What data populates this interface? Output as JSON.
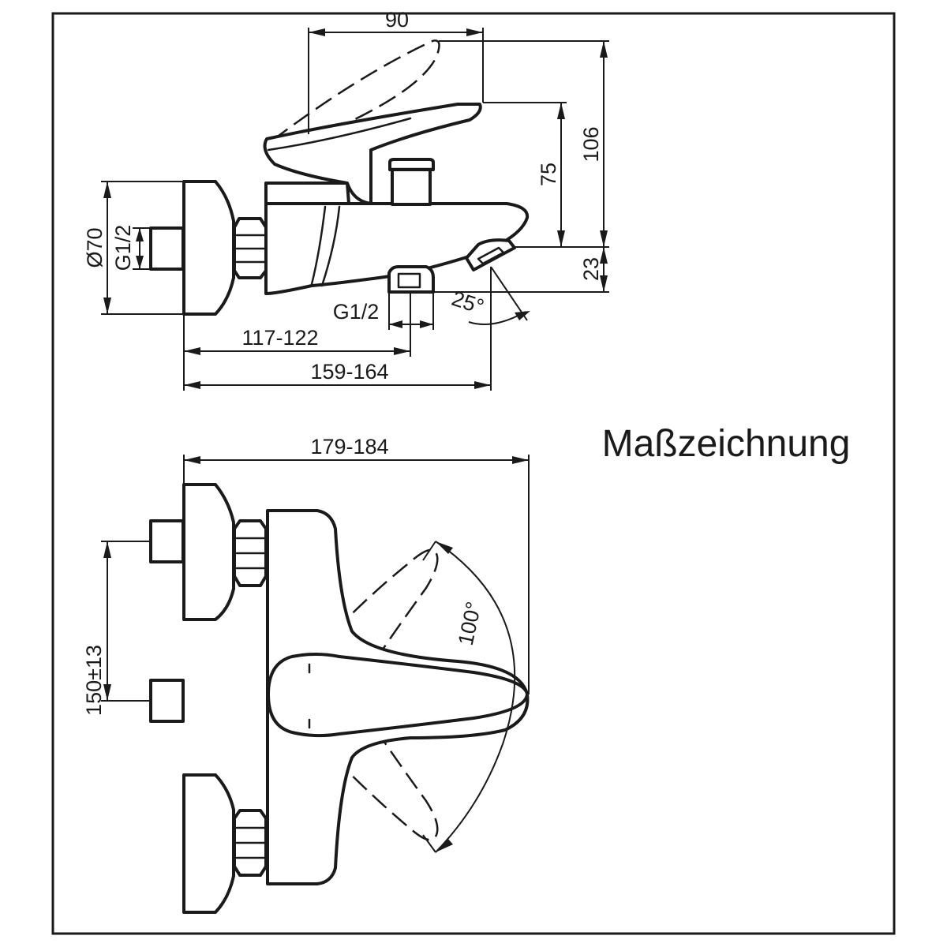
{
  "title": "Maßzeichnung",
  "side_view": {
    "dimensions": {
      "lever_width": "90",
      "total_height": "106",
      "lever_height": "75",
      "spout_height": "23",
      "rosette_diameter": "Ø70",
      "inlet_thread": "G1/2",
      "outlet_thread": "G1/2",
      "spout_angle": "25°",
      "outlet_reach": "117-122",
      "spout_reach": "159-164"
    }
  },
  "top_view": {
    "dimensions": {
      "overall_depth": "179-184",
      "center_distance": "150±13",
      "lever_rotation": "100°"
    }
  }
}
